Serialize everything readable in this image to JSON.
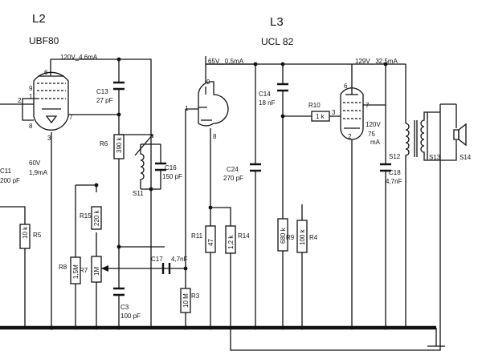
{
  "tubes": {
    "l2": {
      "ref": "L2",
      "type": "UBF80",
      "supply": "120V_4,6mA",
      "cathode_v": "60V",
      "cathode_i": "1,9mA",
      "pins": {
        "p6": "6",
        "p9": "9",
        "p1": "1",
        "p8": "8",
        "p7": "7",
        "p3": "3"
      }
    },
    "l3": {
      "ref": "L3",
      "type": "UCL 82",
      "supply": "65V_ 0,5mA",
      "pins": {
        "p9": "9",
        "p1": "1",
        "p8": "8"
      }
    },
    "l3b": {
      "supply": "129V_ 32,5mA",
      "plate_v": "120V",
      "current_a": "75",
      "current_b": "mA",
      "pins": {
        "p6": "6",
        "p7": "7",
        "p3": "3",
        "p2": "2"
      }
    }
  },
  "input_pin": "2",
  "components": {
    "c13": {
      "ref": "C13",
      "value": "27 pF"
    },
    "r6": {
      "ref": "R6",
      "value": "390 k"
    },
    "c16": {
      "ref": "C16",
      "value": "150 pF"
    },
    "s11": {
      "ref": "S11"
    },
    "c11": {
      "ref": "C11",
      "value": "200 pF"
    },
    "r5": {
      "ref": "R5",
      "value": "10 k"
    },
    "r15": {
      "ref": "R15",
      "value": "220 k"
    },
    "r8": {
      "ref": "R8",
      "value": "1,5M"
    },
    "r7": {
      "ref": "R7",
      "value": "1M"
    },
    "c3": {
      "ref": "C3",
      "value": "100 pF"
    },
    "c17": {
      "ref": "C17",
      "value": "4,7nF"
    },
    "r3": {
      "ref": "R3",
      "value": "10 M"
    },
    "r11": {
      "ref": "R11",
      "value": "47"
    },
    "r14": {
      "ref": "R14",
      "value": "1,2 k"
    },
    "c24": {
      "ref": "C24",
      "value": "270 pF"
    },
    "c14": {
      "ref": "C14",
      "value": "18 nF"
    },
    "r9": {
      "ref": "R9",
      "value": "680 k"
    },
    "r4": {
      "ref": "R4",
      "value": "100 k"
    },
    "r10": {
      "ref": "R10",
      "value": "1 k"
    },
    "c18": {
      "ref": "C18",
      "value": "4,7nF"
    },
    "s12": {
      "ref": "S12"
    },
    "s13": {
      "ref": "S13"
    },
    "s14": {
      "ref": "S14"
    }
  }
}
